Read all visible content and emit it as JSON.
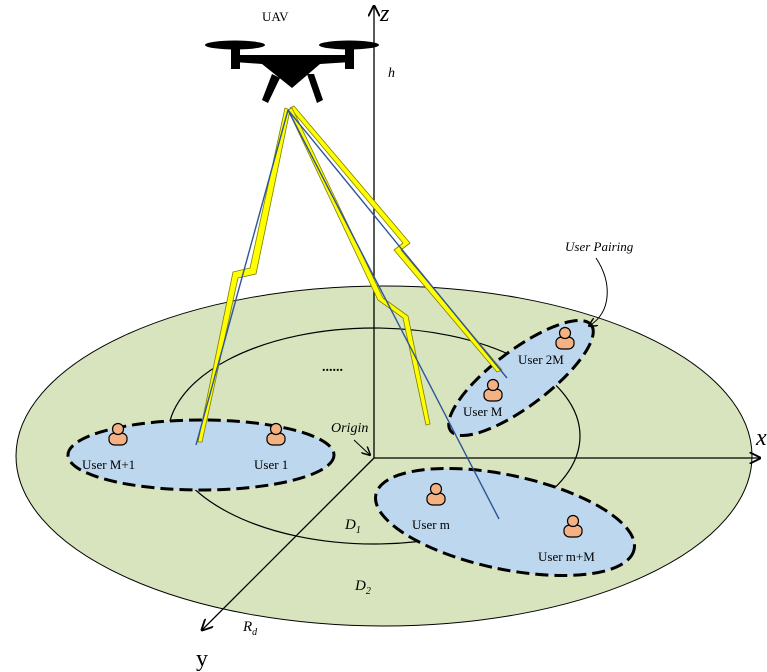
{
  "uav_label": "UAV",
  "axes": {
    "z": "z",
    "x": "x",
    "y": "y",
    "h": "h"
  },
  "regions": {
    "d1": "D",
    "d1_sub": "1",
    "d2": "D",
    "d2_sub": "2",
    "rd": "R",
    "rd_sub": "d"
  },
  "labels": {
    "origin": "Origin",
    "dots": "......",
    "user_pairing": "User Pairing"
  },
  "users": {
    "u1": "User 1",
    "um1": "User M+1",
    "uM": "User M",
    "u2M": "User 2M",
    "um": "User m",
    "umM": "User m+M"
  },
  "colors": {
    "outer_disk": "#d7e4bd",
    "pair_fill": "#bdd7ee",
    "user_fill": "#f4b183",
    "link_blue": "#2f5597",
    "link_yellow": "#ffff00"
  }
}
